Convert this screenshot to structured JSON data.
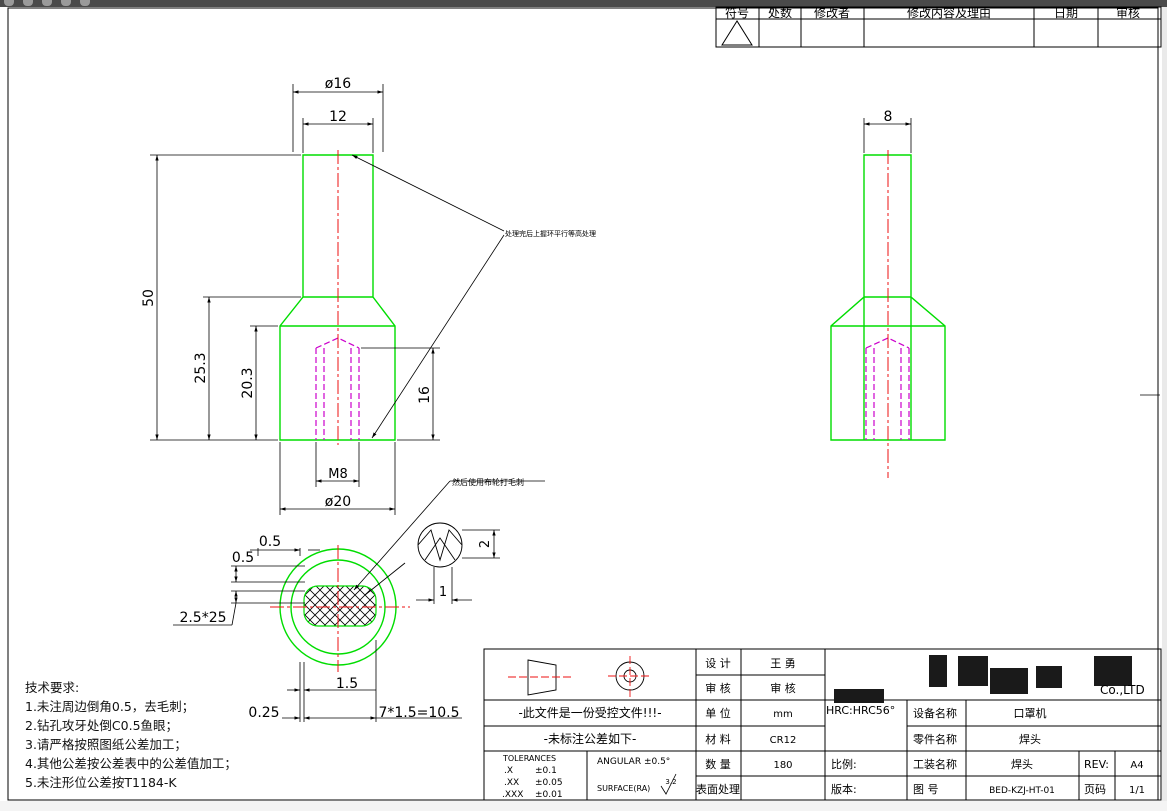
{
  "colors": {
    "outline": "#00dd00",
    "centerline": "#ee1111",
    "thread": "#cc00cc",
    "dimension": "#000000",
    "background": "#ffffff"
  },
  "revision_table": {
    "headers": [
      "符号",
      "处数",
      "修改者",
      "修改内容及理由",
      "日期",
      "审核"
    ]
  },
  "front_view": {
    "dim_top_outer": "ø16",
    "dim_top_inner": "12",
    "dim_total_height": "50",
    "dim_lower_height": "25.3",
    "dim_body_height": "20.3",
    "dim_thread_depth": "16",
    "dim_thread": "M8",
    "dim_bottom_width": "ø20",
    "leader_note": "处理完后上握环平行等高处理"
  },
  "side_view": {
    "dim_width": "8"
  },
  "bottom_view": {
    "leader_note": "然后使用布轮打毛刺",
    "dim_a": "0.5",
    "dim_b": "0.5",
    "dim_knurl": "2.5*25",
    "dim_c": "1.5",
    "dim_d": "0.25",
    "dim_pitch": "7*1.5=10.5",
    "detail_dim_2": "2",
    "detail_dim_1": "1"
  },
  "tech_requirements": {
    "title": "技术要求:",
    "items": [
      "1.未注周边倒角0.5，去毛刺；",
      "2.钻孔攻牙处倒C0.5鱼眼；",
      "3.请严格按照图纸公差加工；",
      "4.其他公差按公差表中的公差值加工；",
      "5.未注形位公差按T1184-K"
    ]
  },
  "title_block": {
    "controlled_doc": "-此文件是一份受控文件!!!-",
    "tolerance_note": "-未标注公差如下-",
    "tolerances_label": "TOLERANCES",
    "tol_x": ".X",
    "tol_x_val": "±0.1",
    "tol_xx": ".XX",
    "tol_xx_val": "±0.05",
    "tol_xxx": ".XXX",
    "tol_xxx_val": "±0.01",
    "angular": "ANGULAR ±0.5°",
    "surface": "SURFACE(RA)",
    "surface_val": "3.2",
    "label_design": "设 计",
    "value_design": "王 勇",
    "label_check": "审 核",
    "value_check": "审 核",
    "label_unit": "单 位",
    "value_unit": "mm",
    "label_material": "材 料",
    "value_material": "CR12",
    "label_qty": "数 量",
    "value_qty": "180",
    "label_surface_treat": "表面处理",
    "hardness": "HRC:HRC56°",
    "label_scale": "比例:",
    "label_version": "版本:",
    "company_suffix": "Co.,LTD",
    "label_equipment": "设备名称",
    "value_equipment": "口罩机",
    "label_part": "零件名称",
    "value_part": "焊头",
    "label_station": "工装名称",
    "value_station": "焊头",
    "label_drawing_no": "图 号",
    "value_drawing_no": "BED-KZJ-HT-01",
    "label_rev": "REV:",
    "value_rev": "A4",
    "label_page": "页码",
    "value_page": "1/1"
  }
}
